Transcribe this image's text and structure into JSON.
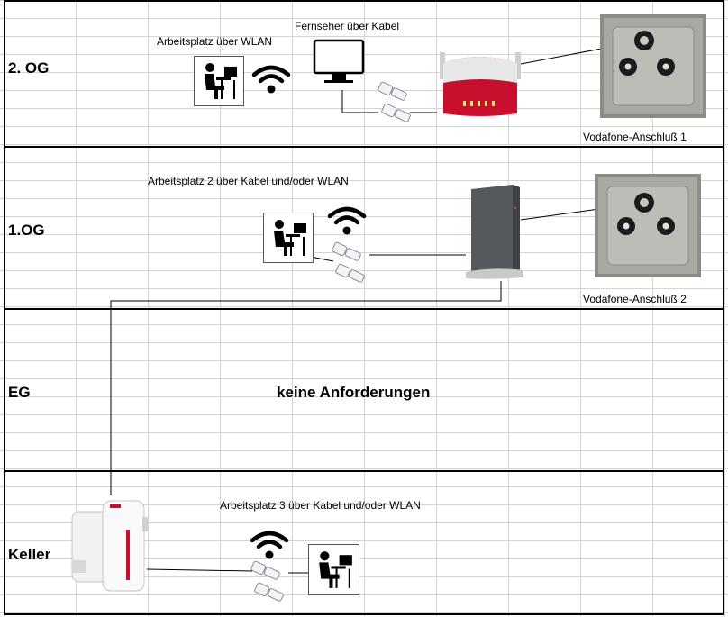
{
  "floors": {
    "og2": {
      "label": "2. OG"
    },
    "og1": {
      "label": "1.OG"
    },
    "eg": {
      "label": "EG"
    },
    "keller": {
      "label": "Keller"
    }
  },
  "captions": {
    "workstation_wlan": "Arbeitsplatz über WLAN",
    "tv_cable": "Fernseher über Kabel",
    "outlet_1": "Vodafone-Anschluß 1",
    "workstation_2": "Arbeitsplatz 2 über Kabel und/oder WLAN",
    "outlet_2": "Vodafone-Anschluß 2",
    "no_requirements": "keine Anforderungen",
    "workstation_3": "Arbeitsplatz 3 über Kabel und/oder WLAN"
  },
  "colors": {
    "router_red": "#c8102e",
    "modem_gray": "#55595e",
    "wall_plate": "#a9a9a4",
    "grid": "#d4d4d4"
  },
  "icons": [
    "workstation-icon",
    "wifi-icon",
    "monitor-icon",
    "ethernet-plug-icon",
    "fritzbox-router-icon",
    "cable-modem-icon",
    "antenna-outlet-icon",
    "powerline-adapter-icon"
  ]
}
